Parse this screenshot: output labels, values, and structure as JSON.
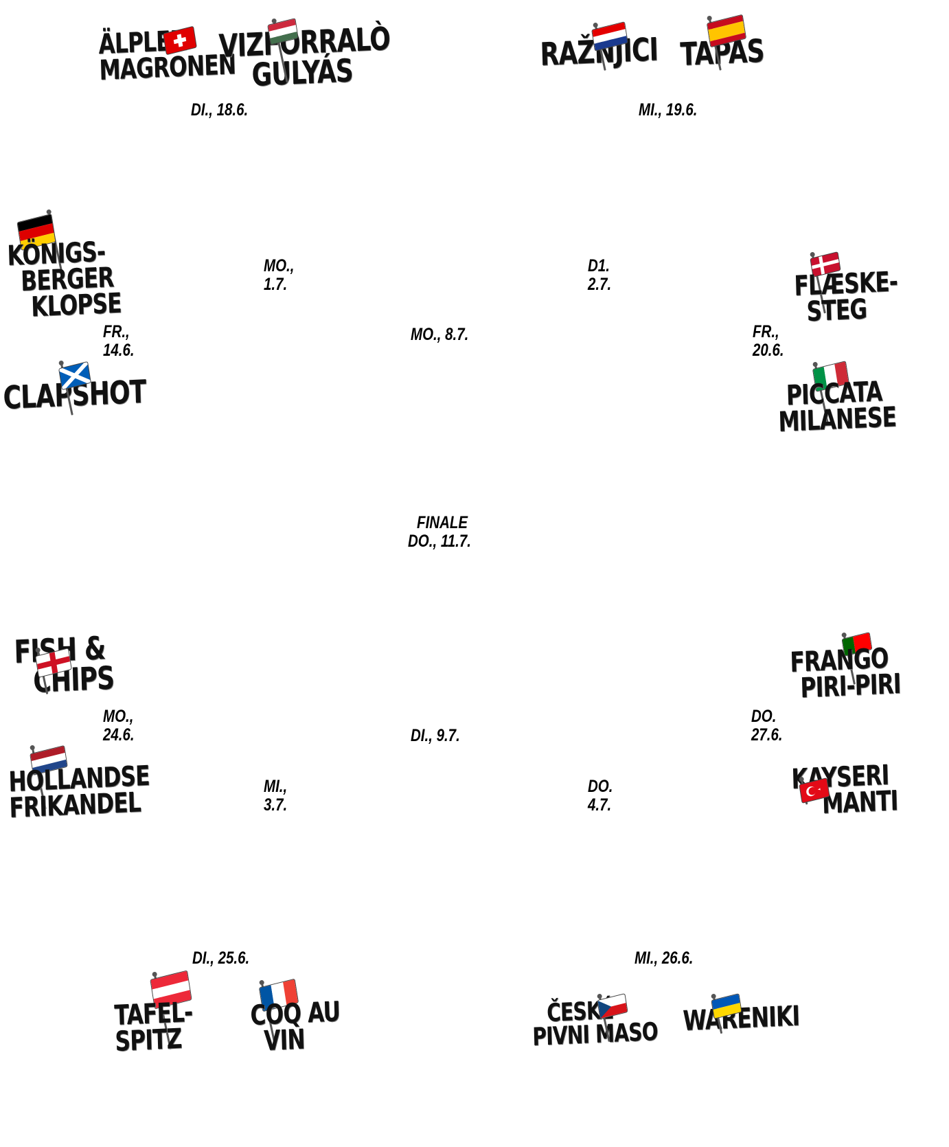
{
  "colors": {
    "ink": "#111111",
    "date_ink": "#000000",
    "background": "#ffffff"
  },
  "dishes": {
    "alpler": {
      "lines": [
        "ÄLPLER-",
        "MAGRONEN"
      ],
      "country_flag": "switzerland-flag",
      "colors": [
        "#e00000",
        "#ffffff"
      ]
    },
    "gulyas": {
      "lines": [
        "VIZFORRALÒ",
        "GULYÁS"
      ],
      "country_flag": "hungary-flag",
      "colors": [
        "#cd2a3e",
        "#ffffff",
        "#436f4d"
      ]
    },
    "raznjici": {
      "lines": [
        "RAŽNJICI"
      ],
      "country_flag": "croatia-flag",
      "colors": [
        "#e40000",
        "#ffffff",
        "#1a3a8f"
      ]
    },
    "tapas": {
      "lines": [
        "TAPAS"
      ],
      "country_flag": "spain-flag",
      "colors": [
        "#c60b1e",
        "#ffc400"
      ]
    },
    "koenigsberger": {
      "lines": [
        "KÖNIGS-",
        "BERGER",
        "KLOPSE"
      ],
      "country_flag": "germany-flag",
      "colors": [
        "#000000",
        "#dd0000",
        "#ffce00"
      ]
    },
    "flaeskesteg": {
      "lines": [
        "FLÆSKE-",
        "STEG"
      ],
      "country_flag": "denmark-flag",
      "colors": [
        "#c8102e",
        "#ffffff"
      ]
    },
    "clapshot": {
      "lines": [
        "CLAPSHOT"
      ],
      "country_flag": "scotland-flag",
      "colors": [
        "#005eb8",
        "#ffffff"
      ]
    },
    "piccata": {
      "lines": [
        "PICCATA",
        "MILANESE"
      ],
      "country_flag": "italy-flag",
      "colors": [
        "#009246",
        "#ffffff",
        "#ce2b37"
      ]
    },
    "fishchips": {
      "lines": [
        "FISH &",
        "CHIPS"
      ],
      "country_flag": "england-flag",
      "colors": [
        "#ffffff",
        "#ce1124"
      ]
    },
    "frango": {
      "lines": [
        "FRANGO",
        "PIRI-PIRI"
      ],
      "country_flag": "portugal-flag",
      "colors": [
        "#006600",
        "#ff0000"
      ]
    },
    "frikandel": {
      "lines": [
        "HOLLANDSE",
        "FRIKANDEL"
      ],
      "country_flag": "netherlands-flag",
      "colors": [
        "#ae1c28",
        "#ffffff",
        "#21468b"
      ]
    },
    "manti": {
      "lines": [
        "KAYSERI",
        "MANTI"
      ],
      "country_flag": "turkey-flag",
      "colors": [
        "#e30a17",
        "#ffffff"
      ]
    },
    "tafelspitz": {
      "lines": [
        "TAFEL-",
        "SPITZ"
      ],
      "country_flag": "austria-flag",
      "colors": [
        "#ed2939",
        "#ffffff"
      ]
    },
    "coqauvin": {
      "lines": [
        "COQ AU",
        "VIN"
      ],
      "country_flag": "france-flag",
      "colors": [
        "#0055a4",
        "#ffffff",
        "#ef4135"
      ]
    },
    "ceske": {
      "lines": [
        "ČESKÉ",
        "PIVNI MASO"
      ],
      "country_flag": "czech-flag",
      "colors": [
        "#ffffff",
        "#d7141a",
        "#11457e"
      ]
    },
    "wareniki": {
      "lines": [
        "WARENIKI"
      ],
      "country_flag": "ukraine-flag",
      "colors": [
        "#0057b7",
        "#ffd700"
      ]
    }
  },
  "dates": {
    "di_18_6": [
      "DI., 18.6."
    ],
    "mi_19_6": [
      "MI., 19.6."
    ],
    "mo_1_7": [
      "MO.,",
      "1.7."
    ],
    "di_2_7": [
      "D1.",
      "2.7."
    ],
    "fr_14_6": [
      "FR.,",
      "14.6."
    ],
    "mo_8_7": [
      "MO., 8.7."
    ],
    "fr_20_6": [
      "FR.,",
      "20.6."
    ],
    "finale": [
      "FINALE",
      "DO., 11.7."
    ],
    "mo_24_6": [
      "MO.,",
      "24.6."
    ],
    "di_9_7": [
      "DI., 9.7."
    ],
    "do_27_6": [
      "DO.",
      "27.6."
    ],
    "mi_3_7": [
      "MI.,",
      "3.7."
    ],
    "do_4_7": [
      "DO.",
      "4.7."
    ],
    "di_25_6": [
      "DI., 25.6."
    ],
    "mi_26_6": [
      "MI., 26.6."
    ]
  }
}
